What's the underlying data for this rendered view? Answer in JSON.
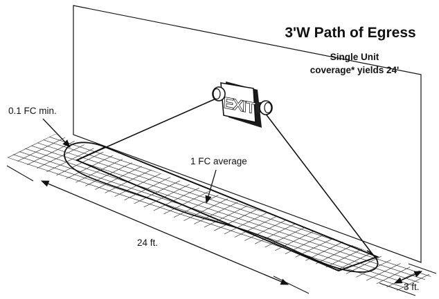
{
  "title": "3'W Path of Egress",
  "subtitle_line1": "Single Unit",
  "subtitle_line2": "coverage* yields  24'",
  "sign_text": "EXIT",
  "labels": {
    "min_fc": "0.1 FC min.",
    "avg_fc": "1 FC average",
    "length": "24 ft.",
    "width": "3 ft."
  },
  "icons": {
    "sign": "exit-sign-icon",
    "left_head": "lamp-head-icon",
    "right_head": "lamp-head-icon"
  }
}
